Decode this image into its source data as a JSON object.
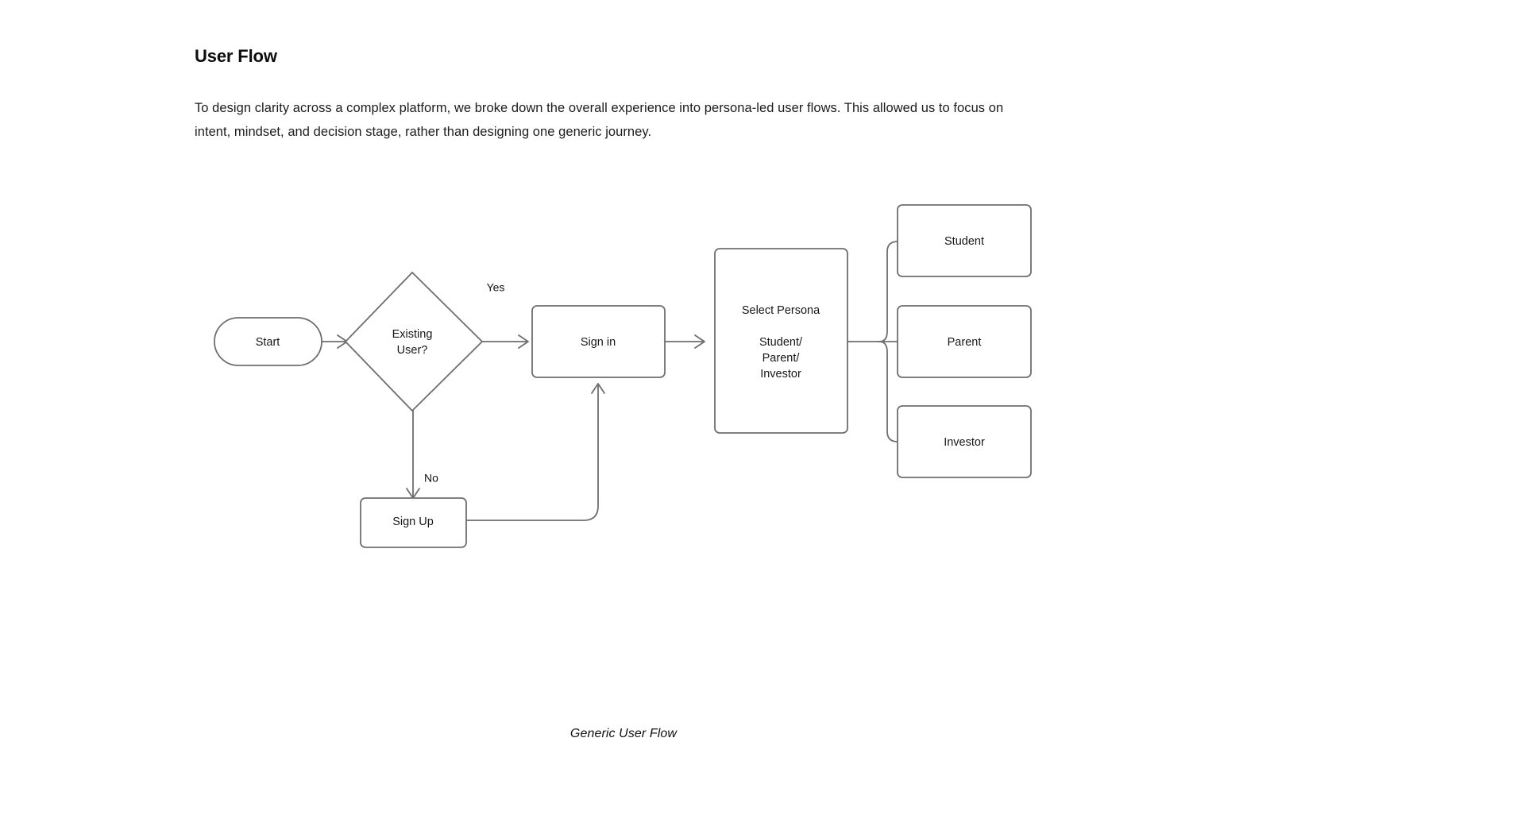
{
  "section": {
    "title": "User Flow",
    "paragraph": "To design clarity across a complex platform, we broke down the overall experience into persona-led user flows. This allowed us to focus on intent, mindset, and decision stage, rather than designing one generic journey."
  },
  "figure": {
    "caption": "Generic User Flow"
  },
  "flow": {
    "nodes": {
      "start": "Start",
      "decision_line1": "Existing",
      "decision_line2": "User?",
      "sign_in": "Sign in",
      "sign_up": "Sign Up",
      "persona_title": "Select Persona",
      "persona_line1": "Student/",
      "persona_line2": "Parent/",
      "persona_line3": "Investor",
      "student": "Student",
      "parent": "Parent",
      "investor": "Investor"
    },
    "edge_labels": {
      "yes": "Yes",
      "no": "No"
    }
  },
  "colors": {
    "stroke": "#6e6e6e",
    "node_fill": "#ffffff",
    "text": "#171717",
    "background": "#ffffff"
  }
}
